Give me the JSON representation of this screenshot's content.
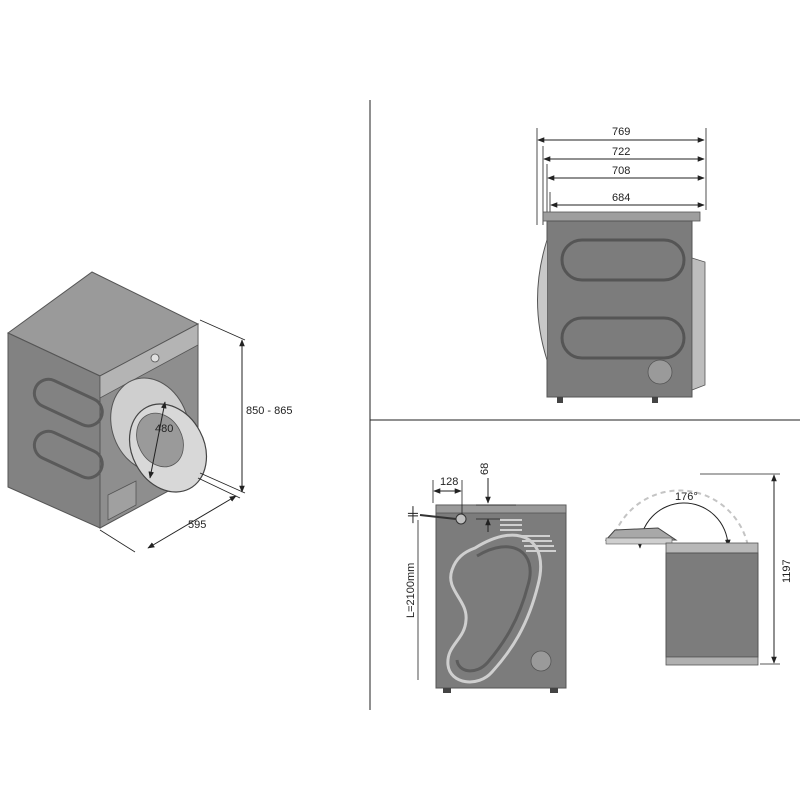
{
  "colors": {
    "body": "#7a7a7a",
    "body_light": "#a6a6a6",
    "top": "#9c9c9c",
    "line": "#222222",
    "arc": "#c6c6c6"
  },
  "views": {
    "iso": {
      "dim_height": "850 - 865",
      "dim_width": "595",
      "dim_door": "480"
    },
    "side": {
      "dims": [
        "769",
        "722",
        "708",
        "684"
      ]
    },
    "rear": {
      "dim_offset_x": "128",
      "dim_offset_y": "68",
      "dim_hose": "L=2100mm"
    },
    "door_open": {
      "angle": "176°",
      "height": "1197"
    }
  }
}
